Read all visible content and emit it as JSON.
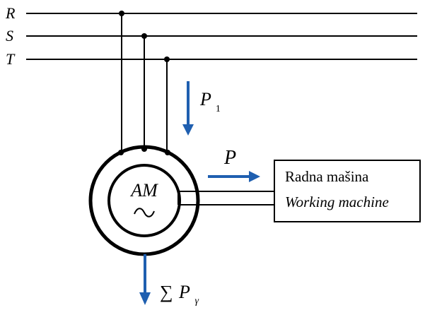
{
  "phases": {
    "r": "R",
    "s": "S",
    "t": "T"
  },
  "motor": {
    "label": "AM",
    "symbol": "∿"
  },
  "flows": {
    "input_power_base": "P",
    "input_power_sub": "1",
    "output_power": "P",
    "loss_sum_symbol": "∑",
    "loss_base": "P",
    "loss_sub": "γ"
  },
  "machine": {
    "line1": "Radna mašina",
    "line2": "Working machine"
  },
  "colors": {
    "line": "#000000",
    "arrow": "#1f5fb0"
  }
}
